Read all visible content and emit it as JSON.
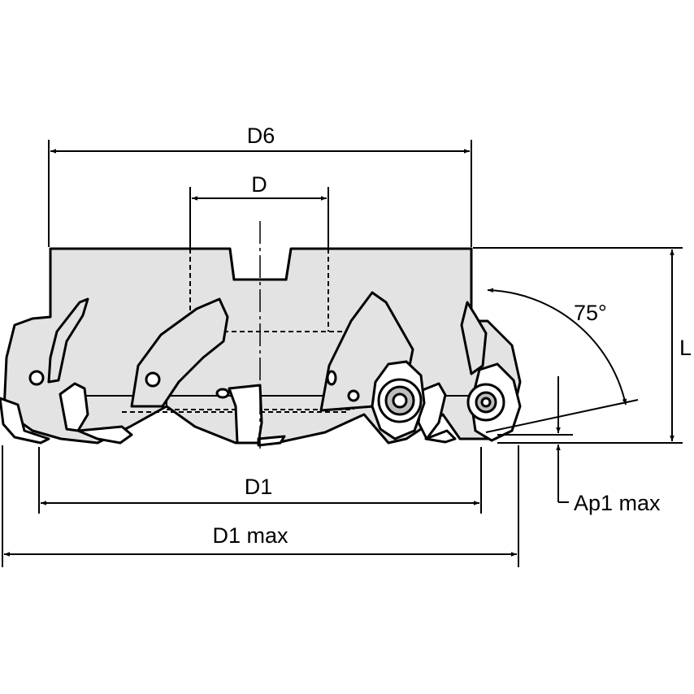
{
  "dimensions": {
    "d6": "D6",
    "d": "D",
    "d1": "D1",
    "d1_max": "D1 max",
    "l": "L",
    "ap1_max": "Ap1 max",
    "angle": "75°"
  },
  "colors": {
    "body_fill": "#e3e3e3",
    "outline": "#000000",
    "insert_fill": "#ffffff",
    "background": "#ffffff"
  }
}
